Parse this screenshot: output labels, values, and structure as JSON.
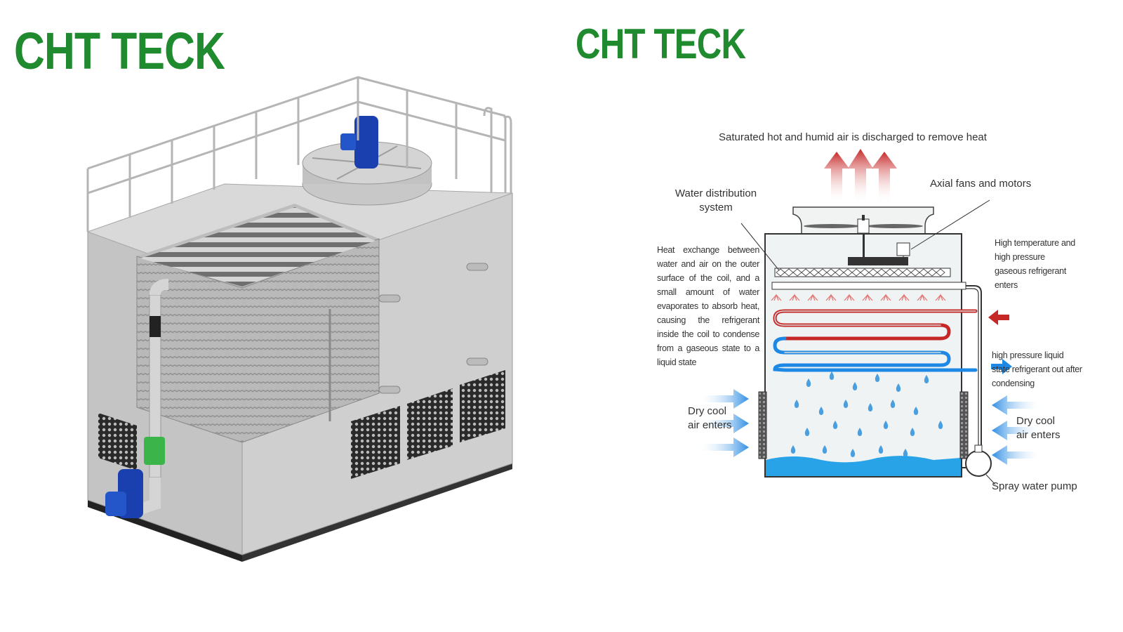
{
  "brand": {
    "logo_text": "CHT TECK",
    "color": "#1f8a2e"
  },
  "diagram": {
    "top_label": "Saturated hot and humid air is discharged to remove heat",
    "water_distribution": "Water distribution system",
    "axial_fans": "Axial fans and motors",
    "heat_exchange": "Heat exchange between water and air on the outer surface of the coil, and a small amount of water evaporates to absorb heat, causing the refrigerant inside the coil to condense from a gaseous state to a liquid state",
    "high_temp": "High temperature and high pressure gaseous refrigerant enters",
    "high_pressure_out": "high pressure liquid state refrigerant out after condensing",
    "dry_air_left": "Dry cool air enters",
    "dry_air_right": "Dry cool air enters",
    "spray_pump": "Spray water pump"
  },
  "colors": {
    "hot": "#c62828",
    "cold": "#1e88e5",
    "water": "#29a3e8",
    "frame": "#444444"
  }
}
